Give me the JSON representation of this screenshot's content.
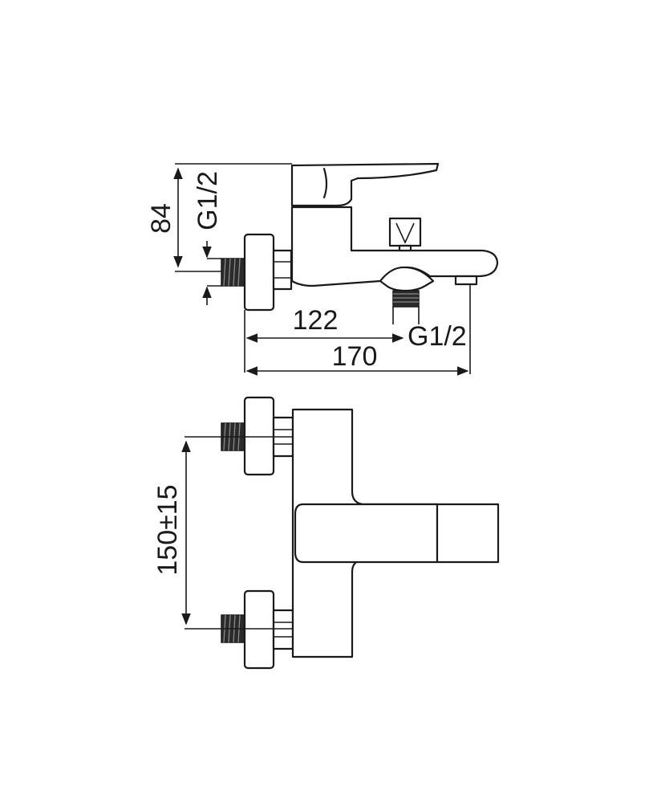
{
  "title": "",
  "side_view": {
    "height_dim": "84",
    "inlet_thread": "G1/2",
    "outlet_thread": "G1/2",
    "spout_dim": "122",
    "overall_dim": "170"
  },
  "top_view": {
    "centers_dim": "150±15"
  },
  "colors": {
    "line": "#1a1a1a",
    "thread_fill": "#2b2b2b",
    "background": "#ffffff"
  }
}
